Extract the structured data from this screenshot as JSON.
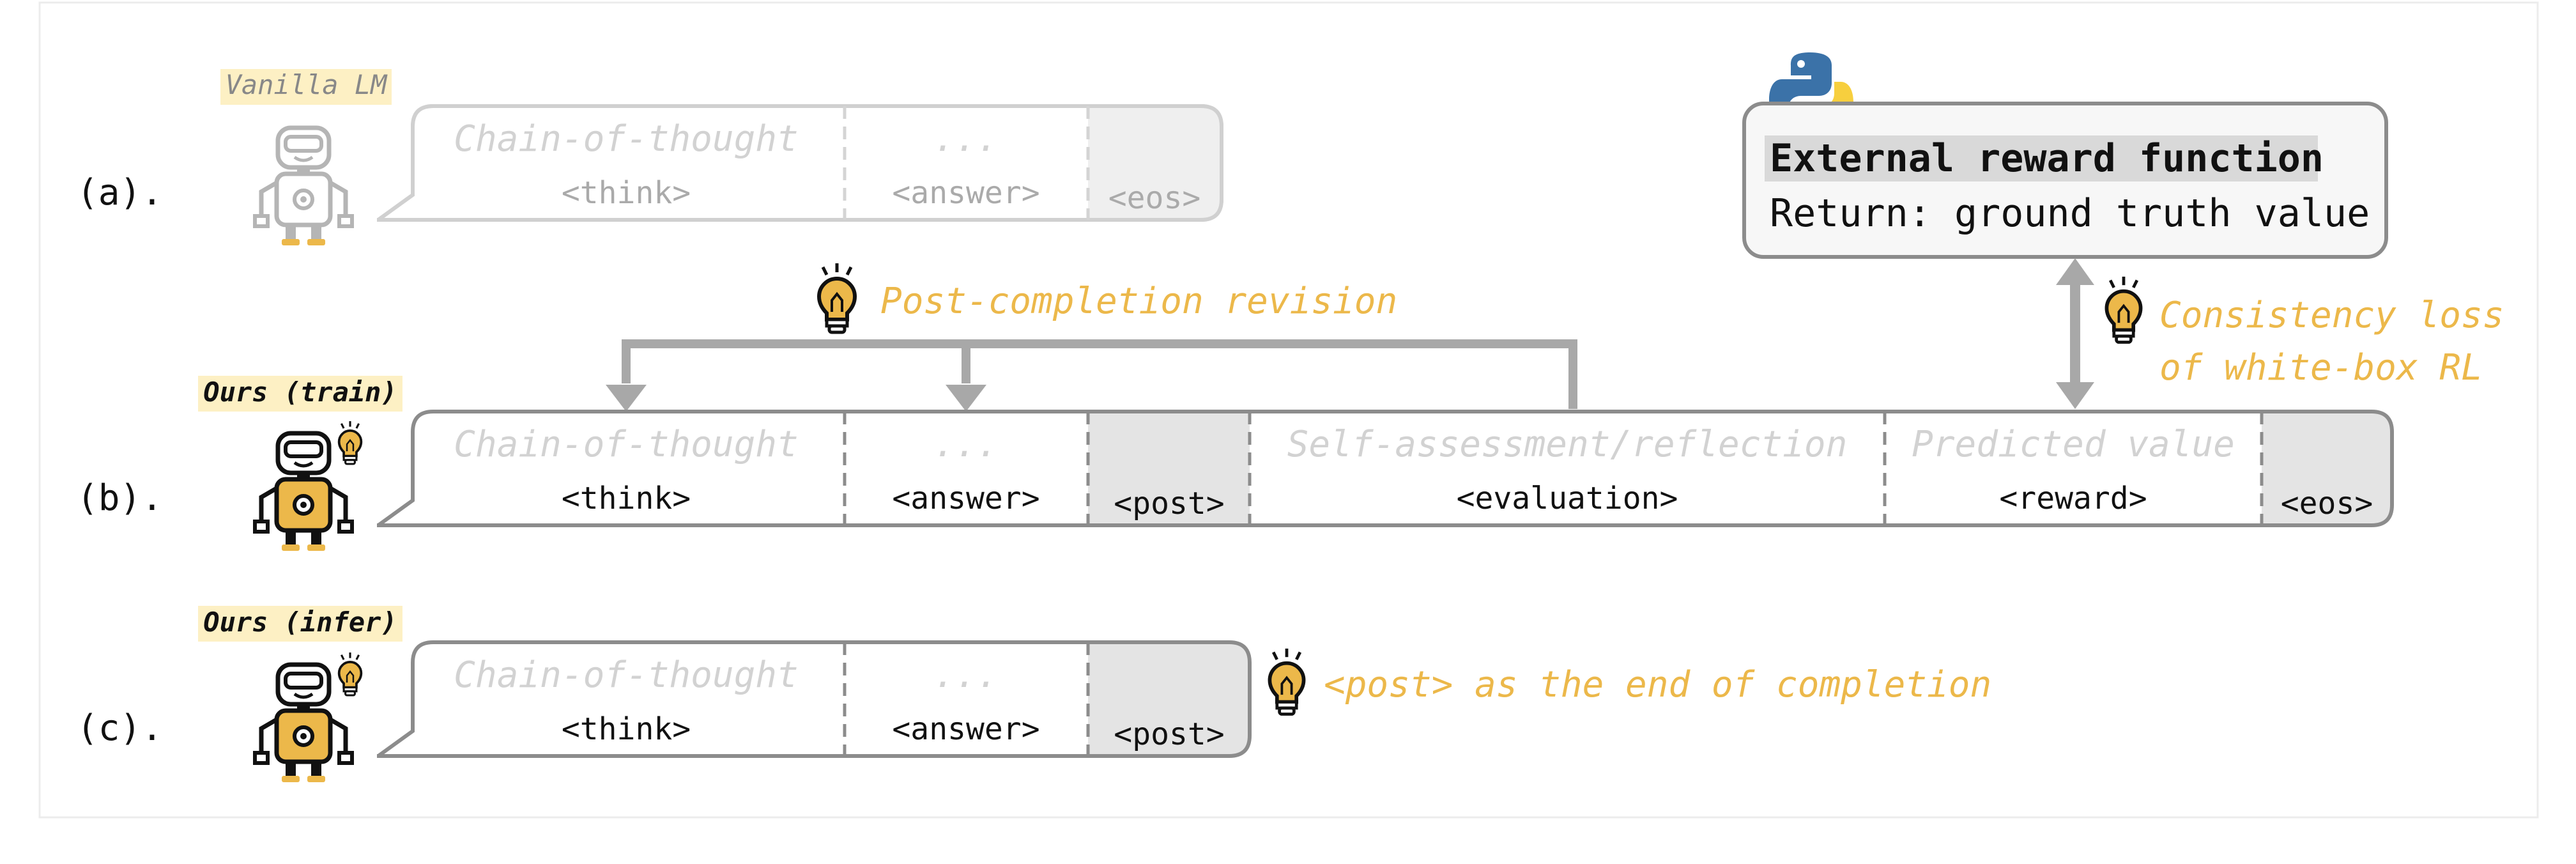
{
  "rows": {
    "a": {
      "marker": "(a).",
      "badge": "Vanilla LM",
      "segments": [
        {
          "caption": "Chain-of-thought",
          "tag": "<think>"
        },
        {
          "caption": "...",
          "tag": "<answer>"
        },
        {
          "caption": "",
          "tag": "<eos>"
        }
      ]
    },
    "b": {
      "marker": "(b).",
      "badge": "Ours (train)",
      "segments": [
        {
          "caption": "Chain-of-thought",
          "tag": "<think>"
        },
        {
          "caption": "...",
          "tag": "<answer>"
        },
        {
          "caption": "",
          "tag": "<post>"
        },
        {
          "caption": "Self-assessment/reflection",
          "tag": "<evaluation>"
        },
        {
          "caption": "Predicted value",
          "tag": "<reward>"
        },
        {
          "caption": "",
          "tag": "<eos>"
        }
      ]
    },
    "c": {
      "marker": "(c).",
      "badge": "Ours (infer)",
      "segments": [
        {
          "caption": "Chain-of-thought",
          "tag": "<think>"
        },
        {
          "caption": "...",
          "tag": "<answer>"
        },
        {
          "caption": "",
          "tag": "<post>"
        }
      ]
    }
  },
  "reward_box": {
    "title": "External reward function",
    "subtitle": "Return: ground truth value"
  },
  "annotations": {
    "revision": "Post-completion revision",
    "consistency_line1": "Consistency loss",
    "consistency_line2": "of white-box RL",
    "post_end": "<post> as the end of completion"
  },
  "colors": {
    "accent": "#ecb84a",
    "badge_bg": "#fdf0c4",
    "stroke": "#a8a8a8",
    "faded_text": "#c8c8c8",
    "dark_text": "#111111",
    "shade": "#e4e4e4"
  },
  "icons": [
    "robot-icon",
    "lightbulb-icon",
    "python-logo-icon"
  ]
}
